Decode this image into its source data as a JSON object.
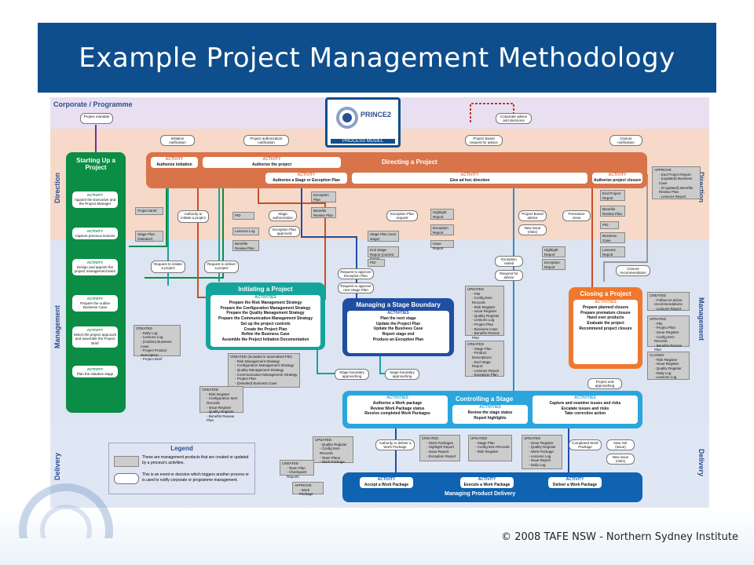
{
  "page": {
    "title": "Example Project Management Methodology",
    "footer": "© 2008 TAFE NSW - Northern Sydney Institute"
  },
  "diagram": {
    "logo": {
      "name": "PRINCE2",
      "subtitle": "PROCESS MODEL"
    },
    "levels": {
      "corporate": "Corporate / Programme",
      "direction": "Direction",
      "management": "Management",
      "delivery": "Delivery"
    },
    "activity_word": "ACTIVITY",
    "activities_word": "ACTIVITIES",
    "directing": {
      "title": "Directing a Project",
      "acts": [
        "Authorize initiation",
        "Authorize the project",
        "Authorize a Stage or Exception Plan",
        "Give ad hoc direction",
        "Authorize project closure"
      ]
    },
    "starting_up": {
      "title": "Starting Up a Project",
      "acts": [
        "Appoint the Executive and the Project Manager",
        "Capture previous lessons",
        "Design and appoint the project management team",
        "Prepare the outline Business Case",
        "Select the project approach and assemble the Project Brief",
        "Plan the initiation stage"
      ]
    },
    "initiating": {
      "title": "Initiating a Project",
      "acts": [
        "Prepare the Risk Management Strategy",
        "Prepare the Configuration Management Strategy",
        "Prepare the Quality Management Strategy",
        "Prepare the Communication Management Strategy",
        "Set up the project controls",
        "Create the Project Plan",
        "Refine the Business Case",
        "Assemble the Project Initiation Documentation"
      ]
    },
    "stage_boundary": {
      "title": "Managing a Stage Boundary",
      "acts": [
        "Plan the next stage",
        "Update the Project Plan",
        "Update the Business Case",
        "Report stage end",
        "Produce an Exception Plan"
      ]
    },
    "closing": {
      "title": "Closing a Project",
      "acts": [
        "Prepare planned closure",
        "Prepare premature closure",
        "Hand over products",
        "Evaluate the project",
        "Recommend project closure"
      ]
    },
    "controlling": {
      "title": "Controlling a Stage",
      "left": [
        "Authorize a Work package",
        "Review Work Package status",
        "Receive completed Work Packages"
      ],
      "mid": [
        "Review the stage status",
        "Report highlights"
      ],
      "right": [
        "Capture and examine issues and risks",
        "Escalate issues and risks",
        "Take corrective action"
      ]
    },
    "delivery": {
      "title": "Managing Product Delivery",
      "acts": [
        "Accept a Work Package",
        "Execute a Work Package",
        "Deliver a Work Package"
      ]
    },
    "pills": {
      "mandate": "Project mandate",
      "corp_advice": "Corporate advice and decisions",
      "init_notif": "Initiation notification",
      "auth_notif": "Project authorization notification",
      "board_req": "Project Board request for advice",
      "closure_notif": "Closure notification",
      "auth_initiate": "Authority to initiate a project",
      "req_initiate": "Request to initiate a project",
      "req_deliver": "Request to deliver a project",
      "stage_auth": "Stage authorization",
      "exc_approved": "Exception Plan approved",
      "exc_request": "Exception Plan request",
      "req_approve_exc": "Request to approve Exception Plan",
      "req_approve_next": "Request to approve next Stage Plan",
      "board_advice": "Project Board advice",
      "new_issue": "New issue (risks)",
      "premature": "Premature close",
      "exc_raised": "Exception raised",
      "req_advice": "Request for advice",
      "closure_rec": "Closure recommendation",
      "stage_boundary_app": "Stage boundary approaching",
      "project_end": "Project end approaching",
      "auth_wp": "Authority to deliver a Work Package",
      "completed_wp": "Completed Work Package",
      "new_risk": "New risk (issue)"
    },
    "legend": {
      "title": "Legend",
      "grey": "These are management products that are created or updated by a process's activities.",
      "white": "This is an event or decision which triggers another process or is used to notify corporate or programme management."
    }
  }
}
